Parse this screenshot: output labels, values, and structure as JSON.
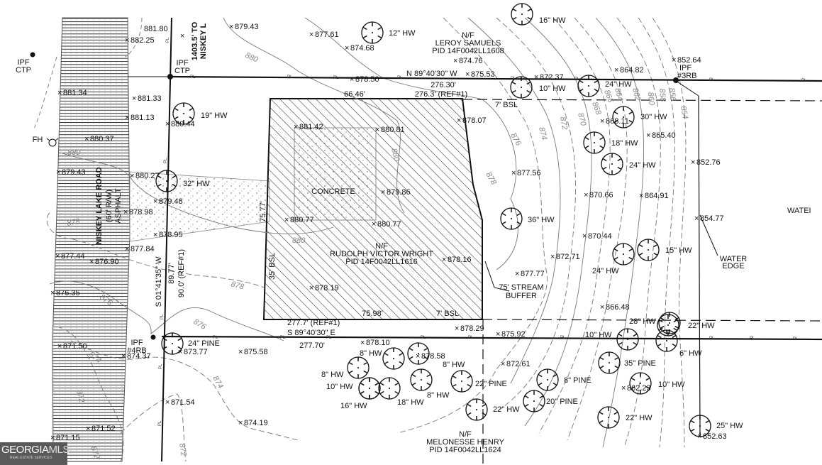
{
  "spot_elevations": [
    "881.80",
    "882.25",
    "879.43",
    "877.61",
    "874.68",
    "874.76",
    "878.50",
    "875.53",
    "872.37",
    "864.82",
    "881.34",
    "881.33",
    "881.13",
    "880.44",
    "880.37",
    "879.43",
    "880.27",
    "879.48",
    "878.98",
    "878.95",
    "877.84",
    "877.44",
    "876.90",
    "876.35",
    "871.50",
    "874.37",
    "873.77",
    "875.58",
    "871.54",
    "874.19",
    "871.52",
    "871.15",
    "881.42",
    "880.81",
    "878.07",
    "879.86",
    "880.77",
    "880.77",
    "877.56",
    "878.16",
    "878.19",
    "877.77",
    "878.29",
    "875.92",
    "878.10",
    "878.58",
    "872.61",
    "868.11",
    "865.40",
    "852.64",
    "852.76",
    "870.66",
    "864.91",
    "854.77",
    "870.44",
    "872.71",
    "866.48",
    "862.23",
    "852.63"
  ],
  "trees": [
    "16\" HW",
    "12\" HW",
    "19\" HW",
    "32\" HW",
    "10\" HW",
    "24\" HW",
    "30\" HW",
    "18\" HW",
    "24\" HW",
    "36\" HW",
    "24\" HW",
    "15\" HW",
    "24\" PINE",
    "28\" HW",
    "22\" HW",
    "10\" HW",
    "6\" HW",
    "35\" PINE",
    "10\" HW",
    "8\" PINE",
    "20\" PINE",
    "22\" HW",
    "25\" HW",
    "22\" PINE",
    "22\" HW",
    "8\" HW",
    "8\" HW",
    "10\" HW",
    "16\" HW",
    "18\" HW",
    "8\" HW",
    "8\" HW"
  ],
  "contour_labels": [
    "880",
    "880",
    "878",
    "876",
    "874",
    "872",
    "872",
    "880",
    "878",
    "876",
    "874",
    "872",
    "880",
    "876",
    "878",
    "874",
    "872",
    "870",
    "868",
    "866",
    "864",
    "862",
    "860",
    "858",
    "856",
    "854"
  ],
  "owners": {
    "north": {
      "nf": "N/F",
      "name": "LEROY SAMUELS",
      "pid": "PID 14F0042LL1608"
    },
    "subject": {
      "nf": "N/F",
      "name": "RUDOLPH VICTOR WRIGHT",
      "pid": "PID 14F0042LL1616"
    },
    "south": {
      "nf": "N/F",
      "name": "MELONESSE HENRY",
      "pid": "PID 14F0042LL1624"
    }
  },
  "labels": {
    "ipf_ctp_1": [
      "IPF",
      "CTP"
    ],
    "ipf_ctp_2": [
      "IPF",
      "CTP"
    ],
    "ipf_3rb": [
      "IPF",
      "#3RB"
    ],
    "ipf_4rb": [
      "IPF",
      "#4RB"
    ],
    "fh": "FH",
    "road": [
      "NISKEY LAKE ROAD",
      "(60' R/W)",
      "ASPHALT"
    ],
    "to_road": [
      "1403.5' TO",
      "NISKEY L"
    ],
    "north_bearing": "N 89°40'30\" W",
    "north_dist": "276.30'",
    "north_ref": "276.3' (REF#1)",
    "north_offset": "66.46'",
    "bsl_north": "7' BSL",
    "west_house": "75.77'",
    "bsl_west": "35' BSL",
    "west_bearing": "S 01°41'35\" W",
    "west_dist": "89.77'",
    "west_ref": "90.0' (REF#1)",
    "south_ref": "277.7' (REF#1)",
    "south_bearing": "S 89°40'30\" E",
    "south_dist": "277.70'",
    "south_offset": "75.98'",
    "bsl_south": "7' BSL",
    "concrete": "CONCRETE",
    "stream_buffer": [
      "75' STREAM",
      "BUFFER"
    ],
    "water_edge": [
      "WATER",
      "EDGE"
    ],
    "water": "WATEI",
    "pl": "PL"
  },
  "watermark": {
    "brand": "GEORGIA",
    "brand2": "MLS",
    "tagline": "REAL ESTATE SERVICES"
  }
}
